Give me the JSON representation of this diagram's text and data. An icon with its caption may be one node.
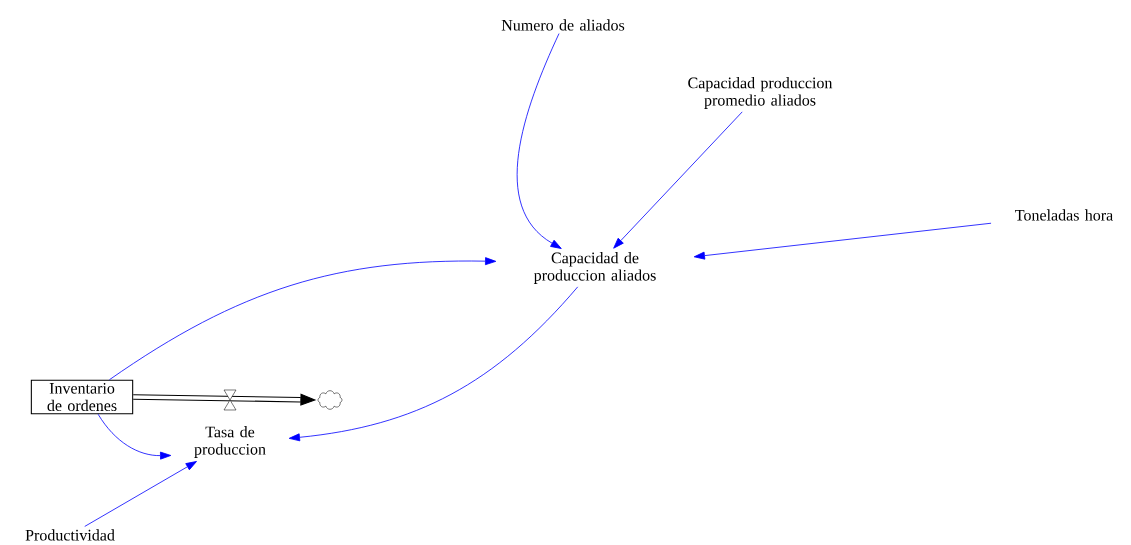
{
  "diagram": {
    "nodes": [
      {
        "text": [
          "Numero de aliados"
        ]
      },
      {
        "text": [
          "Capacidad produccion promedio aliados"
        ]
      },
      {
        "text": [
          "Toneladas hora"
        ]
      },
      {
        "text": [
          "Capacidad de produccion aliados"
        ]
      },
      {
        "text": [
          "Inventario de ordenes"
        ]
      },
      {
        "text": [
          "Tasa de produccion"
        ]
      },
      {
        "text": [],
        "shape": "cloud"
      },
      {
        "text": [
          "Productividad"
        ]
      }
    ],
    "edges": [
      {
        "from": 0,
        "to": 3,
        "arrow": "to"
      },
      {
        "from": 1,
        "to": 3,
        "arrow": "to"
      },
      {
        "from": 2,
        "to": 3,
        "arrow": "to"
      },
      {
        "from": 4,
        "to": 3,
        "arrow": "to"
      },
      {
        "from": 3,
        "to": 5,
        "arrow": "to"
      },
      {
        "from": 4,
        "to": 5,
        "arrow": "to"
      },
      {
        "from": 7,
        "to": 5,
        "arrow": "to"
      },
      {
        "from": 4,
        "to": 6,
        "arrow": "to",
        "style": "thick",
        "color": "#000000"
      }
    ]
  }
}
